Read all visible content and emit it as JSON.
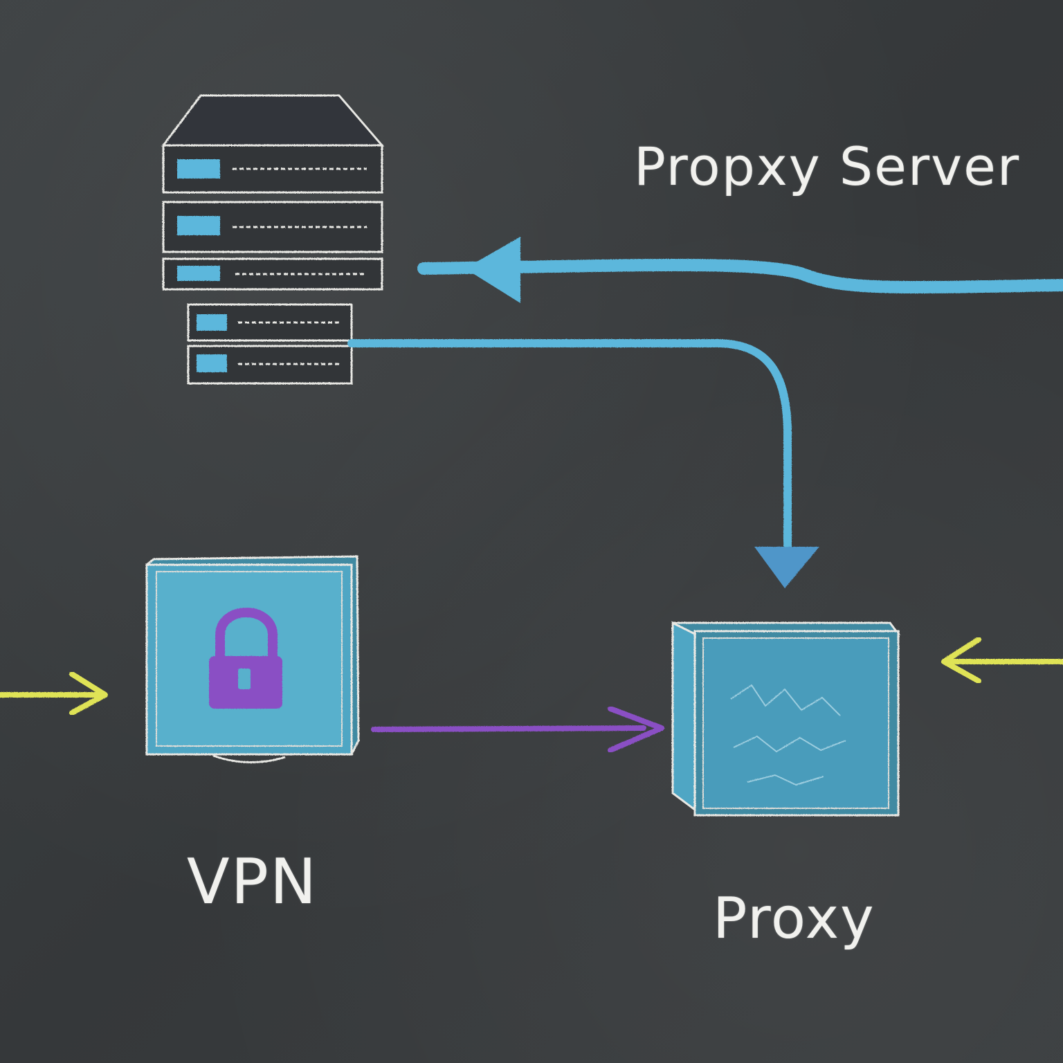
{
  "labels": {
    "proxy_server": "Propxy Server",
    "vpn": "VPN",
    "proxy": "Proxy"
  },
  "colors": {
    "background": "#3a3d3f",
    "chalk_white": "#f1f1ee",
    "sky_blue": "#5bb7dc",
    "box_blue": "#4fa6c4",
    "purple": "#8a4fc4",
    "yellow": "#dfe356"
  },
  "icons": {
    "server": "server-rack-icon",
    "vpn": "padlock-icon",
    "proxy": "proxy-box-icon"
  }
}
